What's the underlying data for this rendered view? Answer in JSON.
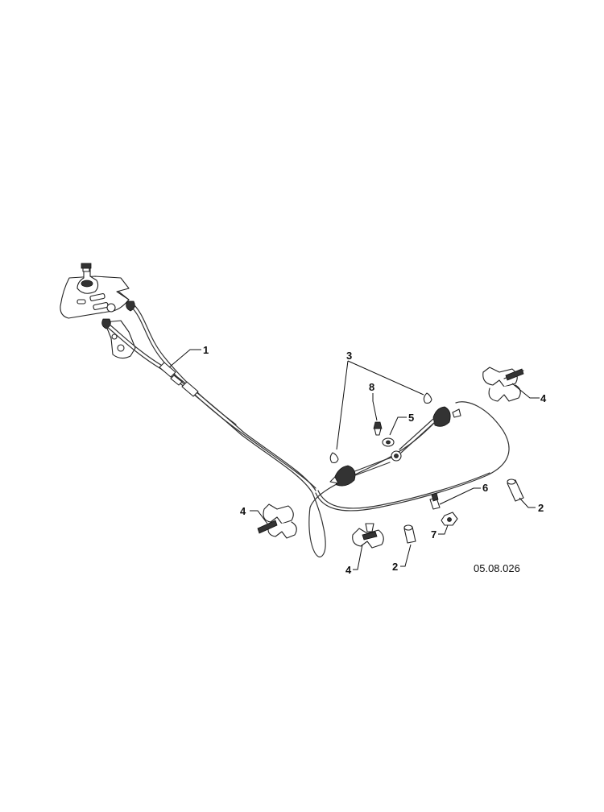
{
  "diagram": {
    "reference_code": "05.08.026",
    "callouts": {
      "cable_assembly": "1",
      "pin_right": "2",
      "pin_bottom": "2",
      "clip_main": "3",
      "clamp_top_right": "4",
      "clamp_left": "4",
      "clamp_bottom": "4",
      "washer": "5",
      "stud": "6",
      "nut": "7",
      "screw": "8"
    }
  }
}
